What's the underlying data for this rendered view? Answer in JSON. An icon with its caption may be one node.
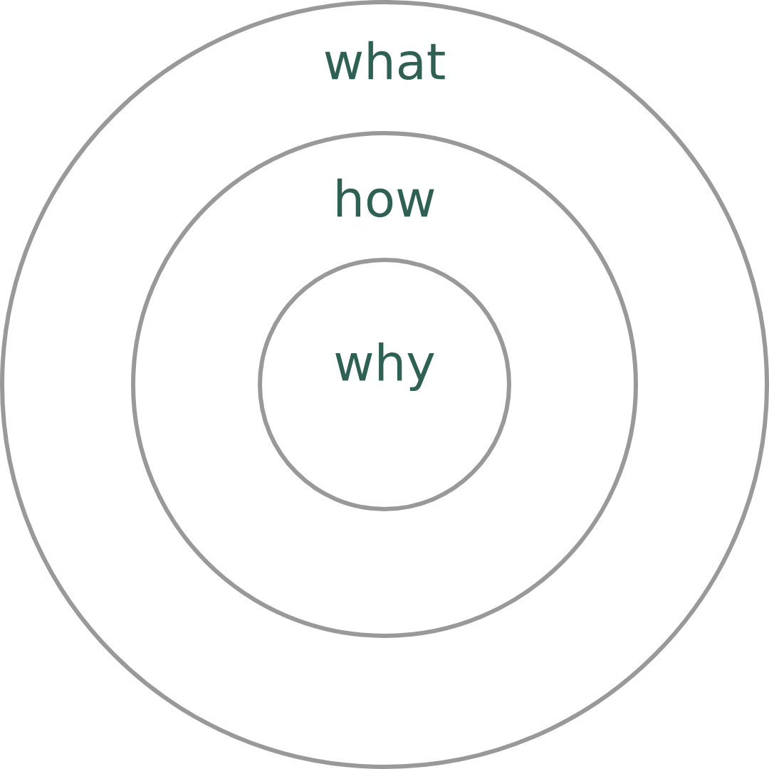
{
  "diagram": {
    "nodes": [
      {
        "text": [
          "what"
        ]
      },
      {
        "text": [
          "how"
        ],
        "in": 0
      },
      {
        "text": [
          "why"
        ],
        "in": 1
      }
    ]
  }
}
